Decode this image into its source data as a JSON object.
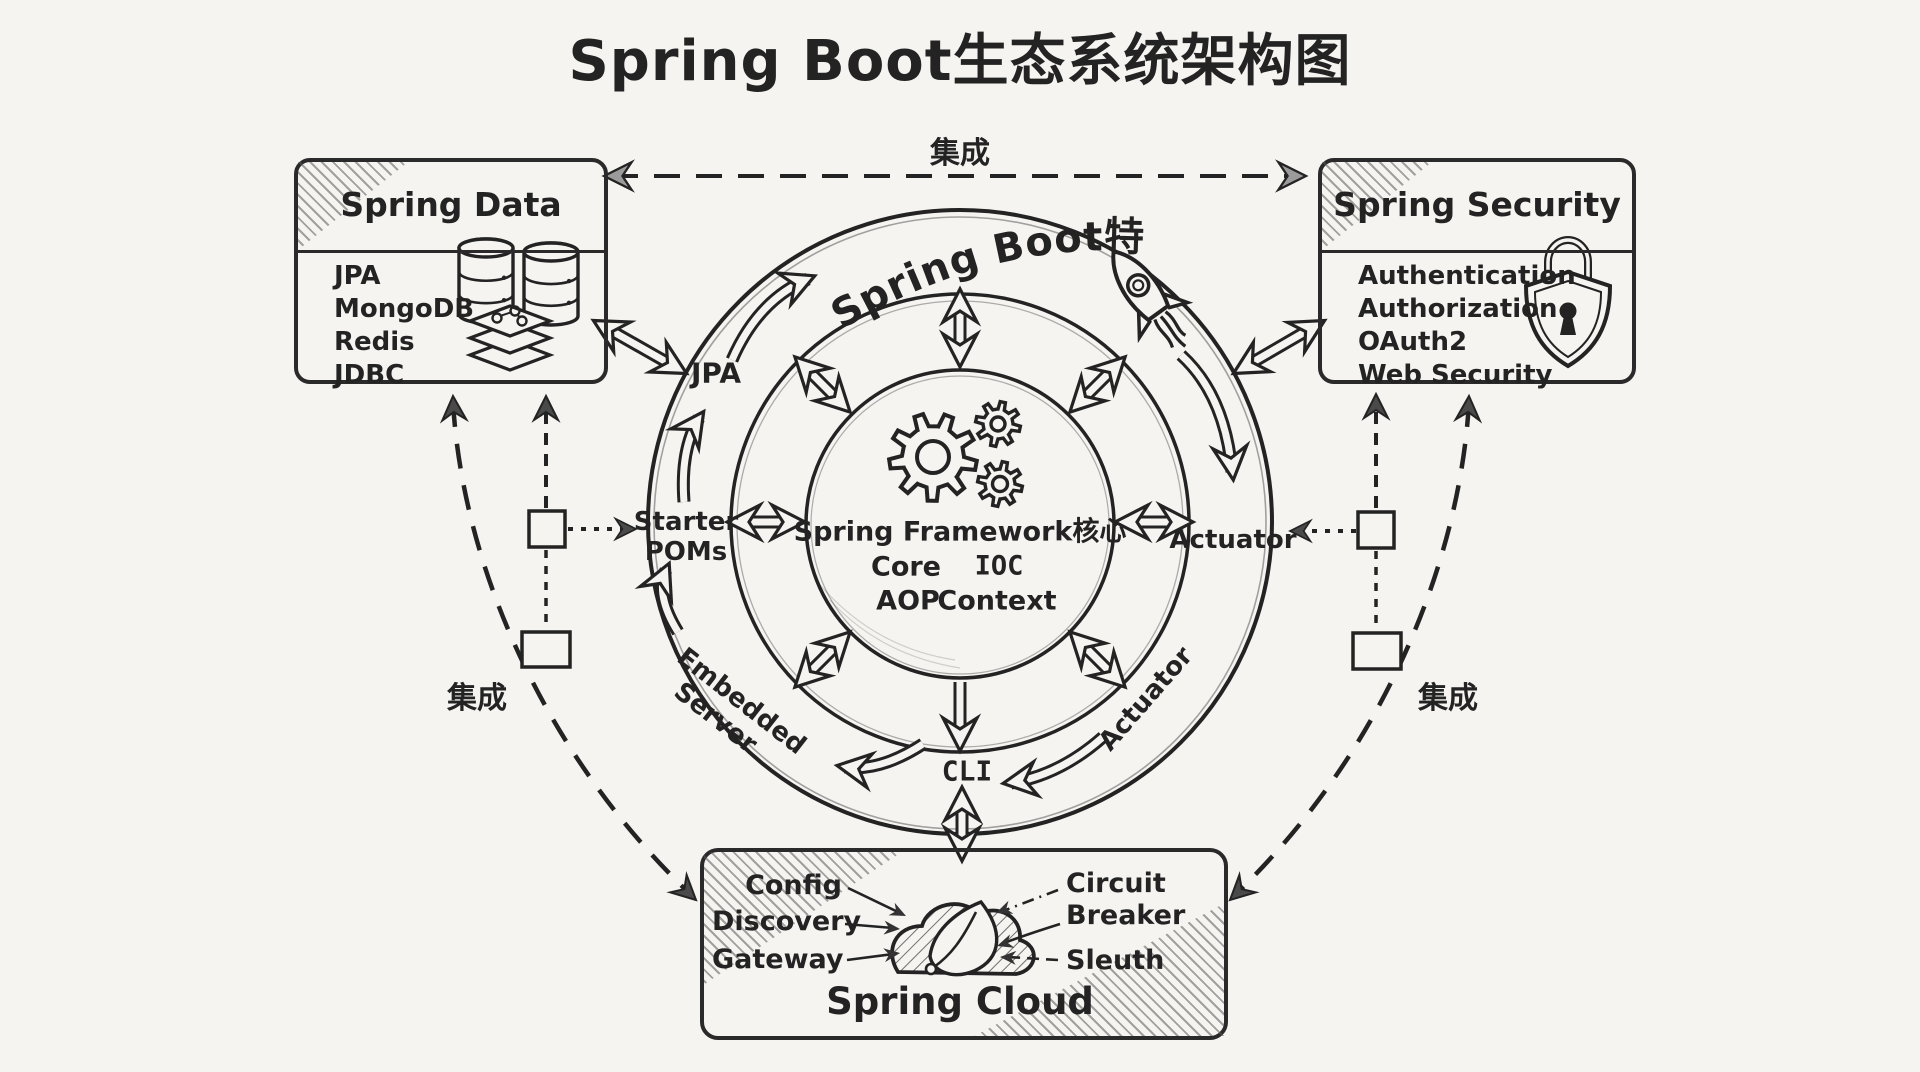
{
  "title": "Spring Boot生态系统架构图",
  "links": {
    "top_label": "集成",
    "left_label": "集成",
    "right_label": "集成"
  },
  "spring_data": {
    "title": "Spring Data",
    "items": [
      "JPA",
      "MongoDB",
      "Redis",
      "JDBC"
    ],
    "icon": "database-icon"
  },
  "spring_security": {
    "title": "Spring Security",
    "items": [
      "Authentication",
      "Authorization",
      "OAuth2",
      "Web Security"
    ],
    "icon": "shield-lock-icon"
  },
  "spring_boot": {
    "ring_label": "Spring Boot特性",
    "features": {
      "jpa": "JPA",
      "starter_poms": "Starter POMs",
      "actuator": "Actuator",
      "embedded_server": "Embedded Server",
      "cli": "CLI",
      "actuator_secondary": "Actuator"
    },
    "icon": "rocket-icon"
  },
  "core": {
    "title": "Spring Framework核心",
    "items": [
      "Core",
      "IOC",
      "AOP",
      "Context"
    ],
    "icon": "gears-icon"
  },
  "spring_cloud": {
    "title": "Spring Cloud",
    "left_items": [
      "Config",
      "Discovery",
      "Gateway"
    ],
    "right_items": [
      "Circuit Breaker",
      "Sleuth"
    ],
    "icon": "cloud-leaf-icon"
  },
  "colors": {
    "ink": "#232323",
    "paper": "#f5f4f1",
    "hatch": "#777777"
  }
}
